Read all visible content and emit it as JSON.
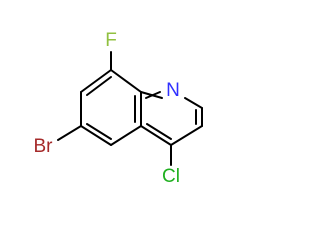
{
  "molecule": {
    "atoms": {
      "fluorine": {
        "label": "F",
        "color": "#90c040"
      },
      "nitrogen": {
        "label": "N",
        "color": "#3030ff"
      },
      "bromine": {
        "label": "Br",
        "color": "#a52a2a"
      },
      "chlorine": {
        "label": "Cl",
        "color": "#20b020"
      }
    },
    "bond_color": "#000000"
  }
}
